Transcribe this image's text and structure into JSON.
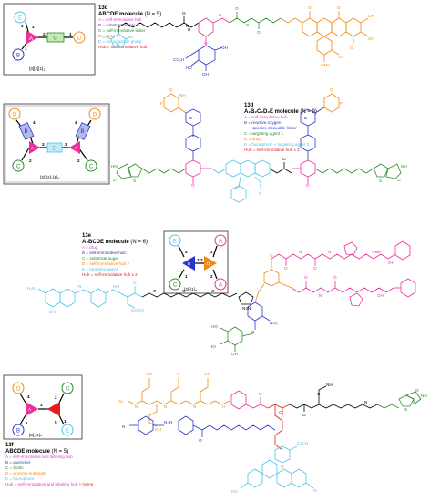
{
  "colors": {
    "pink": "#e8329c",
    "magenta_text": "#e040c8",
    "blue": "#2b35c8",
    "green": "#2a8a2a",
    "orange": "#f08a16",
    "cyan": "#4ec3e8",
    "red": "#e41e1e",
    "lightgreen": "#c6e8b8",
    "lightblue": "#b4b8e8",
    "lightcyan": "#c4eaf6",
    "black": "#000000"
  },
  "panels": {
    "p13c": {
      "id": "13c",
      "title": "ABCDE molecule",
      "n": "(N = 5)",
      "topology": "[3][2][1]₃",
      "legend": [
        {
          "text": "A = self-immolative hub",
          "color": "#e040c8"
        },
        {
          "text": "B = substrate sugar",
          "color": "#2b35c8"
        },
        {
          "text": "C = self-immolative linker",
          "color": "#2a8a2a"
        },
        {
          "text": "D = drug",
          "color": "#f08a16"
        },
        {
          "text": "E = conjugatable group",
          "color": "#4ec3e8"
        },
        {
          "text": "Hub = self-immolative hub",
          "color": "#e41e1e"
        }
      ],
      "nodes": {
        "A": "A",
        "B": "B",
        "C": "C",
        "D": "D",
        "E": "E"
      },
      "degrees": [
        "3",
        "1",
        "2",
        "1",
        "1"
      ]
    },
    "p13d": {
      "id": "13d",
      "title": "A₂B₂C₂D₂E molecule",
      "n": "(N = 9)",
      "topology": "[3]₂[2]₃[1]₄",
      "legend": [
        {
          "text": "A = self-immolative hub",
          "color": "#e040c8"
        },
        {
          "text": "B = reactive oxygen",
          "color": "#2b35c8"
        },
        {
          "text": "species-cleavable linker",
          "color": "#2b35c8"
        },
        {
          "text": "C = targeting agent 1",
          "color": "#2a8a2a"
        },
        {
          "text": "D = drug",
          "color": "#f08a16"
        },
        {
          "text": "E = fluorophore + targeting agent 2",
          "color": "#4ec3e8"
        },
        {
          "text": "Hub = self-immolative hub x 2",
          "color": "#e41e1e"
        }
      ],
      "nodes": {
        "A": "A",
        "B": "B",
        "C": "C",
        "D": "D",
        "E": "E"
      },
      "degrees": [
        "4",
        "4",
        "3",
        "3",
        "2",
        "2",
        "1",
        "1"
      ]
    },
    "p13e": {
      "id": "13e",
      "title": "A₂BCDE molecule",
      "n": "(N = 6)",
      "topology": "[3]₂[1]₄",
      "legend": [
        {
          "text": "A = drug",
          "color": "#e040c8"
        },
        {
          "text": "B = self-immolative hub 1",
          "color": "#2b35c8"
        },
        {
          "text": "C = substrate sugar",
          "color": "#2a8a2a"
        },
        {
          "text": "D = self-immolative hub 2",
          "color": "#f08a16"
        },
        {
          "text": "E = targeting agent",
          "color": "#4ec3e8"
        },
        {
          "text": "Hub = self-immolative hub x 2",
          "color": "#e41e1e"
        }
      ],
      "nodes": {
        "A": "A",
        "B": "B",
        "C": "C",
        "D": "D",
        "E": "E"
      },
      "degrees": [
        "4",
        "1",
        "3",
        "3",
        "2",
        "2"
      ]
    },
    "p13f": {
      "id": "13f",
      "title": "ABCDE molecule",
      "n": "(N = 5)",
      "topology": "[3]₂[1]₄",
      "legend": [
        {
          "text": "A = self-immolative and labeling hub",
          "color": "#e040c8"
        },
        {
          "text": "B = quencher",
          "color": "#2b35c8"
        },
        {
          "text": "C = biotin",
          "color": "#2a8a2a"
        },
        {
          "text": "D = enzyme substrate",
          "color": "#f08a16"
        },
        {
          "text": "E = fluorophore",
          "color": "#4ec3e8"
        }
      ],
      "hub_line": {
        "prefix": "Hub = self-immolative and labeling hub ",
        "plus": "+ ",
        "suffix": "lysine"
      },
      "nodes": {
        "A": "A",
        "B": "B",
        "C": "C",
        "D": "D",
        "E": "E"
      },
      "degrees": [
        "4",
        "1",
        "3",
        "2",
        "5",
        "1"
      ]
    }
  },
  "atoms": {
    "O": "O",
    "N": "N",
    "H": "H",
    "OH": "OH",
    "HO": "HO",
    "NH": "NH",
    "HN": "HN",
    "NH2": "NH₂",
    "H2N": "H₂N",
    "NO2": "NO₂",
    "F": "F",
    "S": "S",
    "B": "B",
    "CO2H": "CO₂H",
    "COOH": "COOH",
    "OMe": "OMe",
    "Ac": "Ac",
    "N3": "N≡N",
    "NN": "N=N"
  }
}
